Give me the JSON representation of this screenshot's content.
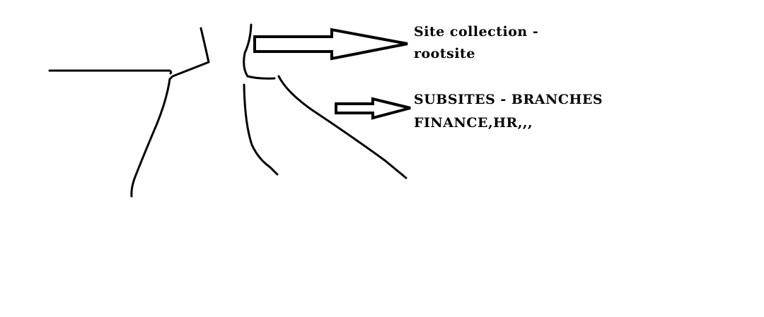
{
  "colors": {
    "background": "#ffffff",
    "ink": "#000000"
  },
  "annotations": [
    {
      "lines": [
        "Site collection -",
        "rootsite"
      ]
    },
    {
      "lines": [
        "SUBSITES - BRANCHES",
        "FINANCE,HR,,,"
      ]
    }
  ]
}
